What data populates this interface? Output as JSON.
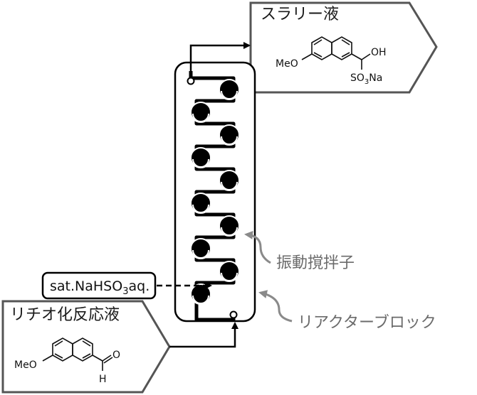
{
  "product_box": {
    "title": "スラリー液",
    "methoxy": "MeO",
    "hydroxy": "OH",
    "sulfonate_prefix": "SO",
    "sulfonate_sub": "3",
    "sulfonate_suffix": "Na"
  },
  "reactant_box": {
    "title": "リチオ化反応液",
    "methoxy": "MeO",
    "oxygen": "O",
    "hydrogen": "H"
  },
  "reagent": {
    "prefix": "sat.NaHSO",
    "sub": "3",
    "suffix": "aq."
  },
  "callouts": {
    "stirrer": "振動撹拌子",
    "reactor_block": "リアクターブロック"
  },
  "stirrer_count": 10,
  "colors": {
    "outline": "#000000",
    "callout_text": "#6b6b6b",
    "callout_line": "#8a8a8a",
    "box_border": "#555555"
  }
}
